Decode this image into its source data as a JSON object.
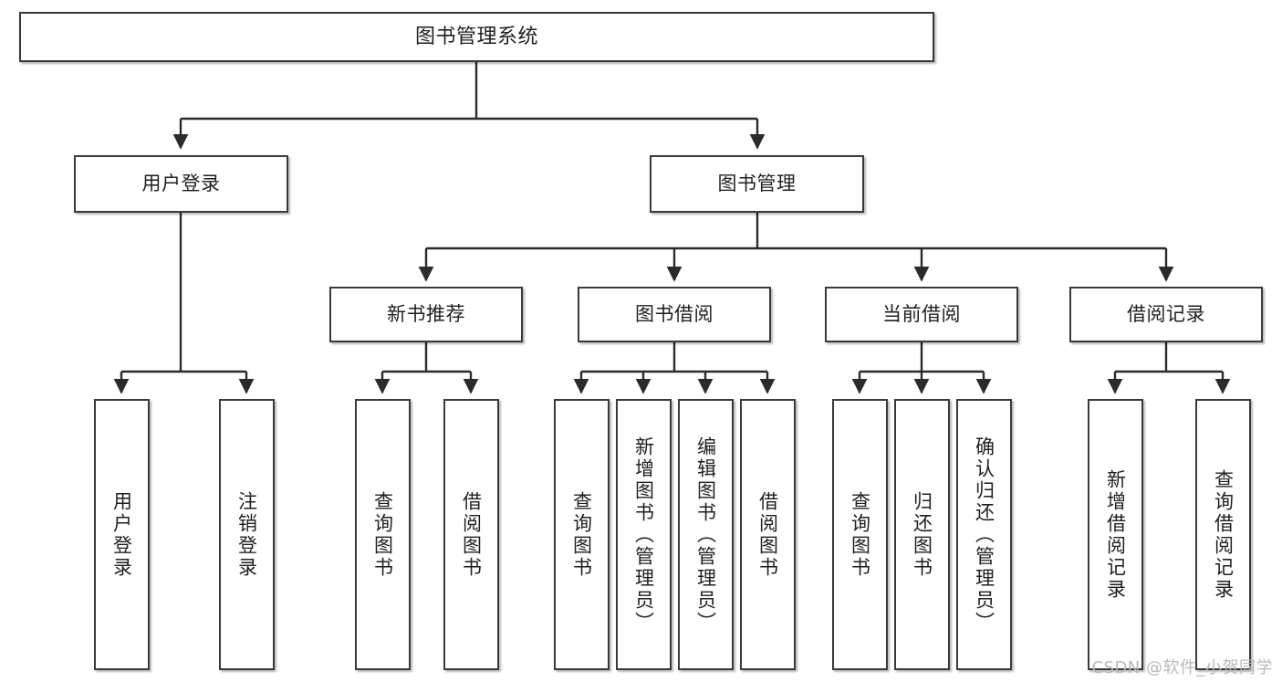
{
  "diagram": {
    "type": "tree",
    "title": "图书管理系统",
    "orientation": "top-down",
    "colors": {
      "box_border": "#3a3a3a",
      "box_fill": "#ffffff",
      "connector": "#2b2b2b",
      "text": "#1f1f1f",
      "watermark": "#b9b9b9",
      "background": "#ffffff"
    },
    "nodes": {
      "root": {
        "label": "图书管理系统"
      },
      "level2": [
        {
          "id": "user-login",
          "label": "用户登录"
        },
        {
          "id": "book-manage",
          "label": "图书管理"
        }
      ],
      "level3": [
        {
          "id": "new-book-recommend",
          "label": "新书推荐"
        },
        {
          "id": "book-borrow",
          "label": "图书借阅"
        },
        {
          "id": "current-borrow",
          "label": "当前借阅"
        },
        {
          "id": "borrow-record",
          "label": "借阅记录"
        }
      ],
      "leaves": {
        "user-login": [
          {
            "id": "leaf-user-login",
            "label": "用户登录"
          },
          {
            "id": "leaf-logout-login",
            "label": "注销登录"
          }
        ],
        "new-book-recommend": [
          {
            "id": "leaf-query-book-1",
            "label": "查询图书"
          },
          {
            "id": "leaf-borrow-book-1",
            "label": "借阅图书"
          }
        ],
        "book-borrow": [
          {
            "id": "leaf-query-book-2",
            "label": "查询图书"
          },
          {
            "id": "leaf-add-book-admin",
            "label": "新增图书（管理员）"
          },
          {
            "id": "leaf-edit-book-admin",
            "label": "编辑图书（管理员）"
          },
          {
            "id": "leaf-borrow-book-2",
            "label": "借阅图书"
          }
        ],
        "current-borrow": [
          {
            "id": "leaf-query-book-3",
            "label": "查询图书"
          },
          {
            "id": "leaf-return-book",
            "label": "归还图书"
          },
          {
            "id": "leaf-confirm-return-admin",
            "label": "确认归还（管理员）"
          }
        ],
        "borrow-record": [
          {
            "id": "leaf-add-borrow-record",
            "label": "新增借阅记录"
          },
          {
            "id": "leaf-query-borrow-record",
            "label": "查询借阅记录"
          }
        ]
      }
    }
  },
  "watermark": {
    "text": "CSDN @软件_小贺同学"
  }
}
